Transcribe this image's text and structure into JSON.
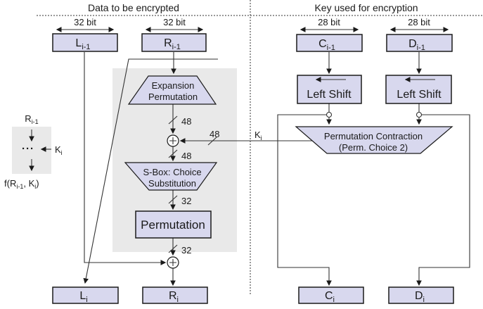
{
  "titles": {
    "left": "Data to be encrypted",
    "right": "Key used for encryption"
  },
  "width_labels": {
    "l": "32 bit",
    "r": "32 bit",
    "c": "28 bit",
    "d": "28 bit"
  },
  "registers": {
    "l_prev": {
      "main": "L",
      "sub": "i-1"
    },
    "r_prev": {
      "main": "R",
      "sub": "i-1"
    },
    "c_prev": {
      "main": "C",
      "sub": "i-1"
    },
    "d_prev": {
      "main": "D",
      "sub": "i-1"
    },
    "l_next": {
      "main": "L",
      "sub": "i"
    },
    "r_next": {
      "main": "R",
      "sub": "i"
    },
    "c_next": {
      "main": "C",
      "sub": "i"
    },
    "d_next": {
      "main": "D",
      "sub": "i"
    }
  },
  "blocks": {
    "expansion": {
      "line1": "Expansion",
      "line2": "Permutation"
    },
    "sbox": {
      "line1": "S-Box: Choice",
      "line2": "Substitution"
    },
    "permutation": {
      "label": "Permutation"
    },
    "left_shift_1": {
      "label": "Left Shift"
    },
    "left_shift_2": {
      "label": "Left Shift"
    },
    "perm_contraction": {
      "line1": "Permutation Contraction",
      "line2": "(Perm. Choice 2)"
    }
  },
  "bit_widths": {
    "expansion_out": "48",
    "key_in": "48",
    "xor_out": "48",
    "sbox_out": "32",
    "perm_out": "32"
  },
  "key_label": {
    "main": "K",
    "sub": "i"
  },
  "mini_legend": {
    "r_prev": {
      "main": "R",
      "sub": "i-1"
    },
    "dots": "···",
    "k": {
      "main": "K",
      "sub": "i"
    },
    "f": {
      "p1": "f(R",
      "s1": "i-1",
      "p2": ", K",
      "s2": "i",
      "p3": ")"
    }
  },
  "colors": {
    "box_fill": "#d8d8ee",
    "panel_fill": "#e9e9e9",
    "line": "#333333",
    "border": "#1a1a1a"
  }
}
